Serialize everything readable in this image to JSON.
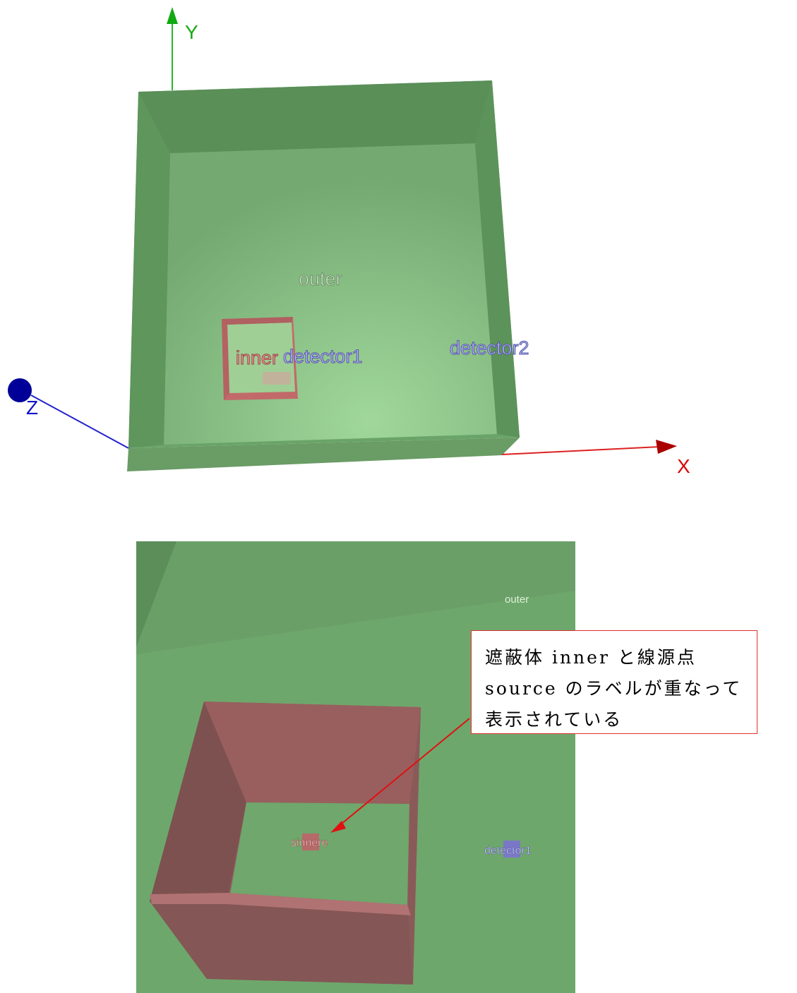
{
  "view1": {
    "axes": {
      "x": "X",
      "y": "Y",
      "z": "Z"
    },
    "labels": {
      "outer": "outer",
      "inner": "inner",
      "detector1": "detector1",
      "detector2": "detector2"
    },
    "colors": {
      "outer": "#7aad78",
      "inner": "#c76b6b",
      "detector": "#8c8cd9",
      "x_axis": "#cc0000",
      "y_axis": "#00aa00",
      "z_axis": "#0000cc"
    }
  },
  "view2": {
    "labels": {
      "outer": "outer",
      "overlap": "sinnere",
      "detector1": "detector1"
    },
    "colors": {
      "outer": "#6fa56c",
      "inner": "#8f5d5c"
    }
  },
  "annotation": {
    "text": "遮蔽体 inner と線源点 source のラベルが重なって表示されている",
    "border_color": "#e03030"
  }
}
